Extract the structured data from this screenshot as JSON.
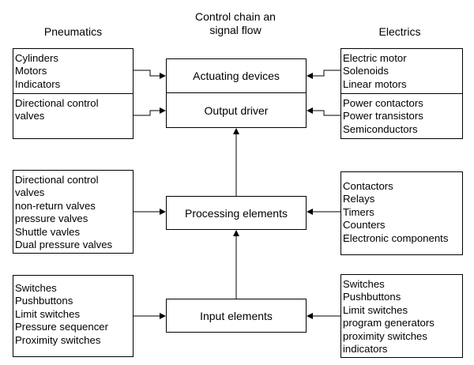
{
  "headers": {
    "pneumatics": "Pneumatics",
    "chain": "Control chain an\nsignal flow",
    "electrics": "Electrics"
  },
  "center": {
    "actuating": "Actuating devices",
    "output": "Output driver",
    "processing": "Processing elements",
    "input": "Input elements"
  },
  "left": {
    "actuators": [
      "Cylinders",
      "Motors",
      "Indicators"
    ],
    "valves": [
      "Directional control",
      "valves"
    ],
    "processing": [
      "Directional control",
      "valves",
      "non-return valves",
      "pressure valves",
      "Shuttle vavles",
      "Dual pressure valves"
    ],
    "input": [
      "Switches",
      "Pushbuttons",
      "Limit switches",
      "Pressure sequencer",
      "Proximity switches"
    ]
  },
  "right": {
    "actuators": [
      "Electric motor",
      "Solenoids",
      "Linear motors"
    ],
    "drivers": [
      "Power contactors",
      "Power transistors",
      "Semiconductors"
    ],
    "processing": [
      "Contactors",
      "Relays",
      "Timers",
      "Counters",
      "Electronic components"
    ],
    "input": [
      "Switches",
      "Pushbuttons",
      "Limit switches",
      "program generators",
      "proximity switches",
      "indicators"
    ]
  }
}
